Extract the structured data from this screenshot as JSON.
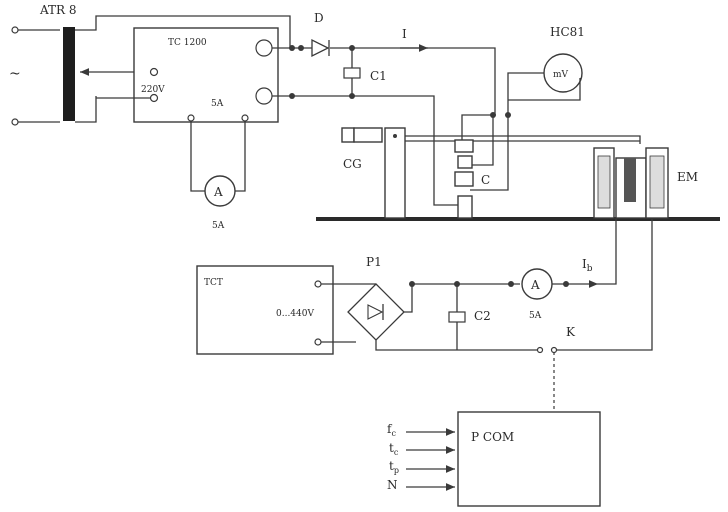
{
  "supply": {
    "symbol": "~"
  },
  "atr": {
    "label": "ATR 8"
  },
  "tc": {
    "label": "TC 1200",
    "voltage": "220V",
    "current": "5A"
  },
  "ammeter1": {
    "symbol": "A",
    "range": "5A"
  },
  "diode": {
    "label": "D"
  },
  "current": {
    "label": "I"
  },
  "cap1": {
    "label": "C1"
  },
  "hc": {
    "label": "HC81",
    "meter": "mV"
  },
  "cg": {
    "label": "CG"
  },
  "cell": {
    "label": "C"
  },
  "em": {
    "label": "EM"
  },
  "tct": {
    "label": "TCT",
    "range": "0...440V"
  },
  "bridge": {
    "label": "P1"
  },
  "cap2": {
    "label": "C2"
  },
  "ammeter2": {
    "symbol": "A",
    "range": "5A"
  },
  "ib": {
    "main": "I",
    "sub": "b"
  },
  "switch": {
    "label": "K"
  },
  "pcom": {
    "label": "P COM",
    "inputs": [
      {
        "main": "f",
        "sub": "c"
      },
      {
        "main": "t",
        "sub": "c"
      },
      {
        "main": "t",
        "sub": "p"
      },
      {
        "main": "N",
        "sub": ""
      }
    ]
  }
}
